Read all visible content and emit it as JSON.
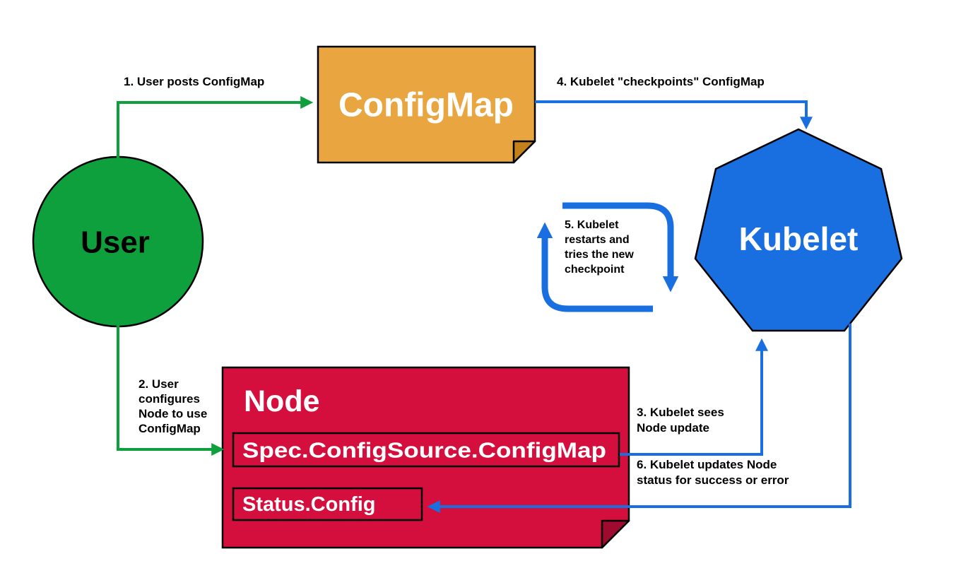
{
  "colors": {
    "green": "#0DA03C",
    "orange": "#E9A53F",
    "orange_fold": "#C2811B",
    "blue": "#1A6FE0",
    "red": "#D40F3E",
    "red_fold": "#9E0B2F"
  },
  "nodes": {
    "user": {
      "label": "User"
    },
    "configmap": {
      "label": "ConfigMap"
    },
    "kubelet": {
      "label": "Kubelet"
    },
    "node": {
      "title": "Node",
      "spec_box_label": "Spec.ConfigSource.ConfigMap",
      "status_box_label": "Status.Config"
    }
  },
  "labels": {
    "step1": "1. User posts ConfigMap",
    "step2": [
      "2. User",
      "configures",
      "Node to use",
      "ConfigMap"
    ],
    "step3": [
      "3. Kubelet sees",
      "Node update"
    ],
    "step4": "4. Kubelet \"checkpoints\" ConfigMap",
    "step5": [
      "5. Kubelet",
      "restarts and",
      "tries the new",
      "checkpoint"
    ],
    "step6": [
      "6. Kubelet updates Node",
      "status for success or error"
    ]
  }
}
